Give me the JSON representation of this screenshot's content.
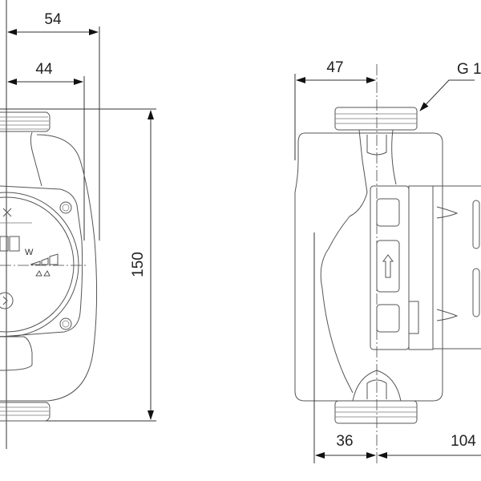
{
  "drawing": {
    "front_view": {
      "dim_width_outer": "54",
      "dim_width_inner": "44",
      "dim_height": "150",
      "display_unit": "W"
    },
    "side_view": {
      "dim_front_depth": "47",
      "thread_label": "G 1",
      "dim_lower_depth": "36",
      "dim_motor_length": "104"
    }
  }
}
